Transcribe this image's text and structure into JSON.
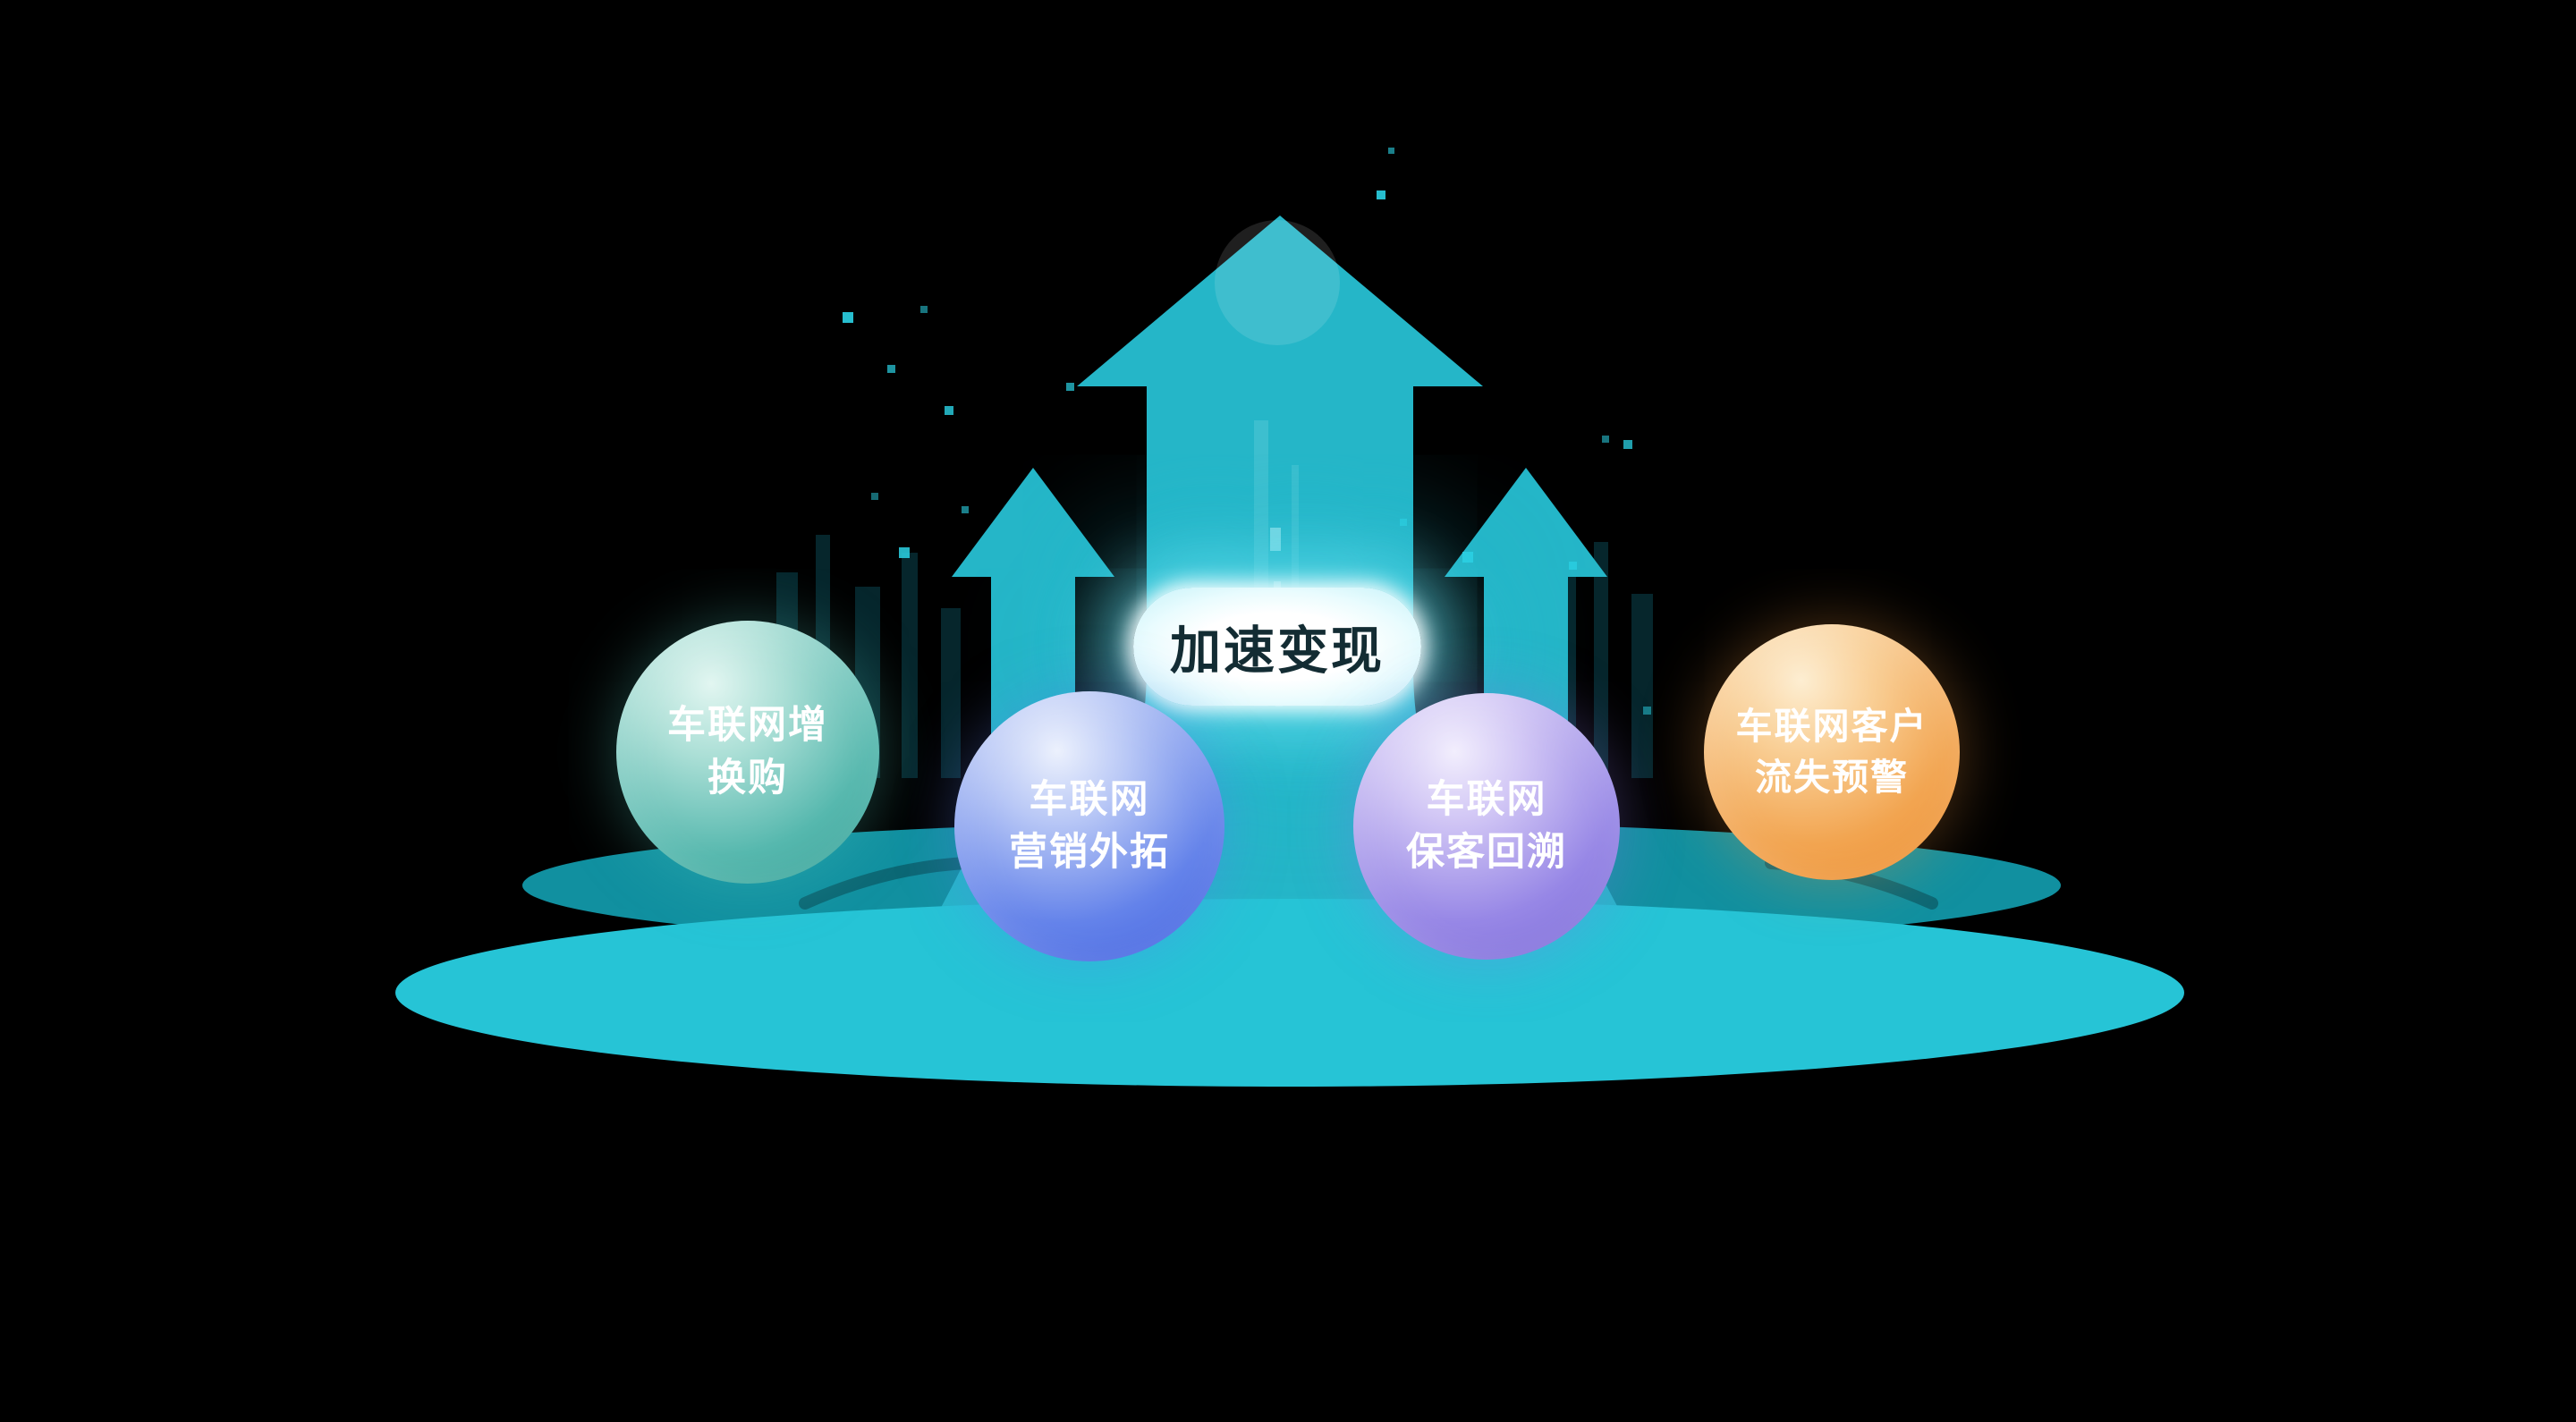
{
  "scene": {
    "background_color": "#000000",
    "platform_color": "#26c4d6",
    "platform_back_ring_color": "#129cae",
    "arrow_color": "#25b6c8",
    "decor_dot_color": "#2bd3e6"
  },
  "center_label": {
    "text": "加速变现",
    "text_color": "#132c33",
    "glow_color": "#76e9f9"
  },
  "spheres": [
    {
      "name": "iov-trade-in",
      "lines": [
        "车联网增",
        "换购"
      ],
      "color_top": "#e2f6f1",
      "color_bottom": "#339e95"
    },
    {
      "name": "iov-marketing-expansion",
      "lines": [
        "车联网",
        "营销外拓"
      ],
      "color_top": "#ecf1fd",
      "color_bottom": "#3e5dde"
    },
    {
      "name": "iov-customer-retention",
      "lines": [
        "车联网",
        "保客回溯"
      ],
      "color_top": "#f2eefd",
      "color_bottom": "#7a69d6"
    },
    {
      "name": "iov-churn-warning",
      "lines": [
        "车联网客户",
        "流失预警"
      ],
      "color_top": "#fdeed2",
      "color_bottom": "#ec8b2c"
    }
  ]
}
